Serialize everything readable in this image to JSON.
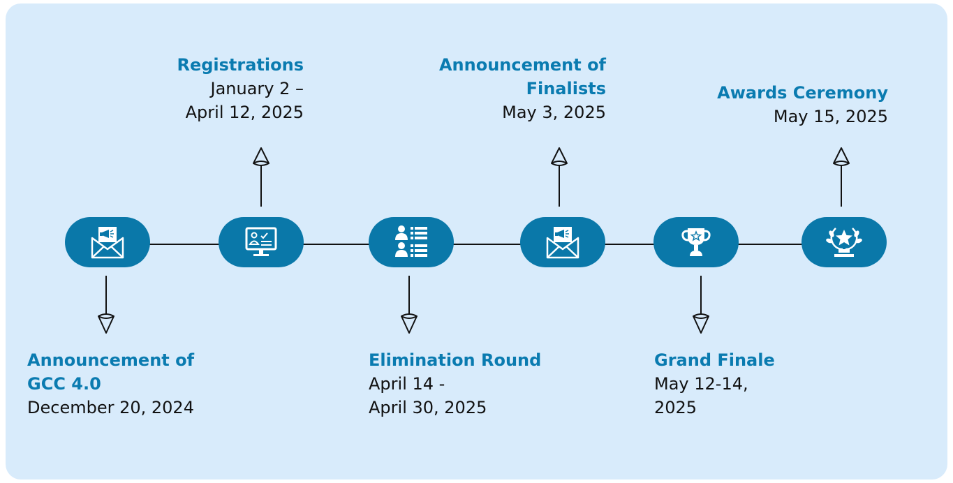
{
  "milestones": [
    {
      "title": "Announcement of GCC 4.0",
      "title_lines": [
        "Announcement of",
        "GCC 4.0"
      ],
      "date_lines": [
        "December 20, 2024"
      ],
      "icon": "announcement-envelope-icon"
    },
    {
      "title": "Registrations",
      "title_lines": [
        "Registrations"
      ],
      "date_lines": [
        "January 2 –",
        "April 12, 2025"
      ],
      "icon": "computer-checklist-icon"
    },
    {
      "title": "Elimination Round",
      "title_lines": [
        "Elimination Round"
      ],
      "date_lines": [
        "April 14 -",
        "April 30, 2025"
      ],
      "icon": "candidate-list-icon"
    },
    {
      "title": "Announcement of Finalists",
      "title_lines": [
        "Announcement of",
        "Finalists"
      ],
      "date_lines": [
        "May 3, 2025"
      ],
      "icon": "announcement-envelope-icon"
    },
    {
      "title": "Grand Finale",
      "title_lines": [
        "Grand Finale"
      ],
      "date_lines": [
        "May 12-14,",
        "2025"
      ],
      "icon": "trophy-icon"
    },
    {
      "title": "Awards Ceremony",
      "title_lines": [
        "Awards Ceremony"
      ],
      "date_lines": [
        "May 15, 2025"
      ],
      "icon": "laurel-star-award-icon"
    }
  ],
  "colors": {
    "background": "#d8ebfb",
    "node": "#0a78a9",
    "title": "#0a7bb0",
    "text": "#111111"
  }
}
